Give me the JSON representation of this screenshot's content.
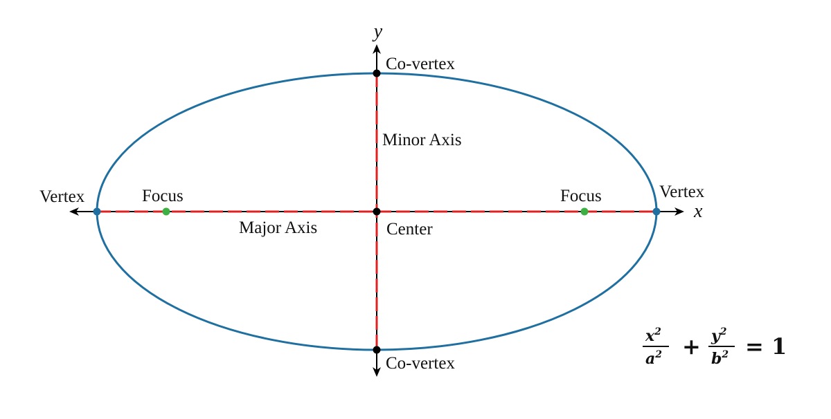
{
  "axes": {
    "x_label": "x",
    "y_label": "y"
  },
  "labels": {
    "vertex_left": "Vertex",
    "vertex_right": "Vertex",
    "focus_left": "Focus",
    "focus_right": "Focus",
    "co_vertex_top": "Co-vertex",
    "co_vertex_bottom": "Co-vertex",
    "minor_axis": "Minor Axis",
    "major_axis": "Major Axis",
    "center": "Center"
  },
  "equation": {
    "term1_num_var": "x",
    "term1_den_var": "a",
    "term2_num_var": "y",
    "term2_den_var": "b",
    "exponent": "2",
    "plus": "+",
    "equals": "=",
    "rhs": "1"
  },
  "colors": {
    "ellipse": "#1f6fa0",
    "axes_dash": "#e02020",
    "axis_line": "#000000",
    "vertex_point": "#1f6fa0",
    "focus_point": "#3cb043",
    "center_point": "#000000"
  }
}
